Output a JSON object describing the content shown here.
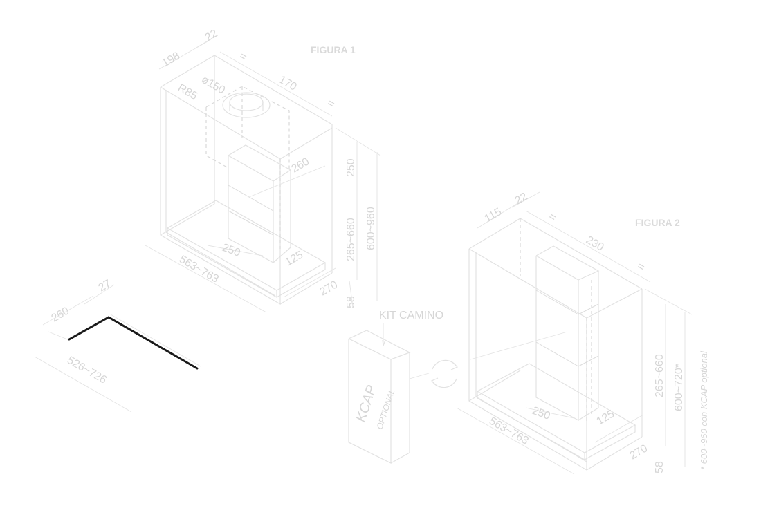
{
  "figure1": {
    "title": "FIGURA 1",
    "dims": {
      "d198": "198",
      "d22": "22",
      "eq1": "=",
      "d150": "ø150",
      "d285": "R85",
      "d170": "170",
      "eq2": "=",
      "d260": "260",
      "d250v": "250",
      "d265_660": "265~660",
      "d600_960": "600~960",
      "d250h": "250",
      "d563_763": "563~763",
      "d125": "125",
      "d270": "270",
      "d58": "58"
    }
  },
  "figure2": {
    "title": "FIGURA 2",
    "dims": {
      "d115": "115",
      "d22": "22",
      "eq1": "=",
      "d230": "230",
      "eq2": "=",
      "d265_660": "265~660",
      "d600_720": "600~720*",
      "d600_960_kcap": "* 600~960 con KCAP optional",
      "d250": "250",
      "d563_763": "563~763",
      "d125": "125",
      "d270": "270",
      "d58": "58"
    }
  },
  "cutout": {
    "dims": {
      "d260": "260",
      "d27": "27",
      "d526_726": "526~726"
    }
  },
  "kit": {
    "label": "KIT CAMINO",
    "kcap": "KCAP",
    "optional": "OPTIONAL"
  }
}
